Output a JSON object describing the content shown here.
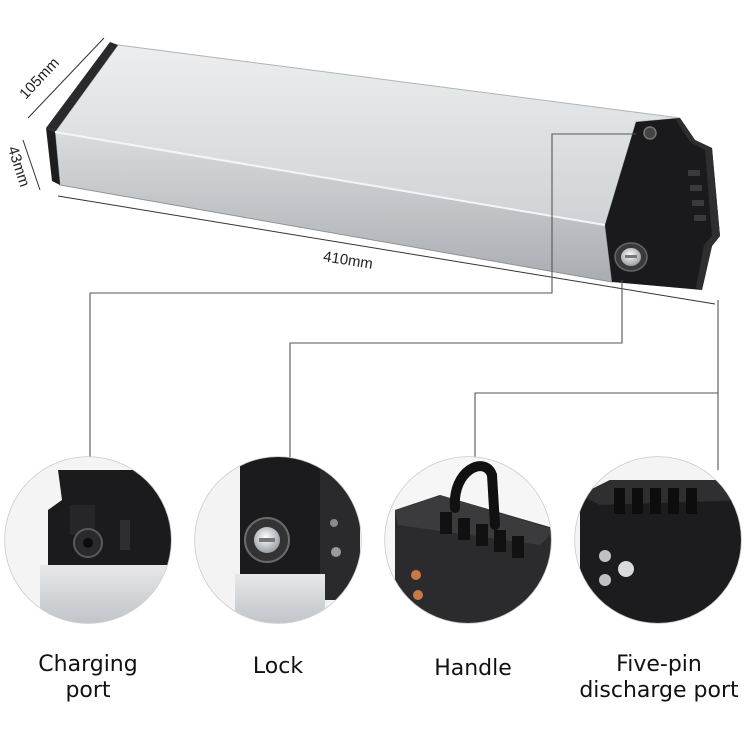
{
  "dimensions": {
    "width": "105mm",
    "height": "43mm",
    "length": "410mm"
  },
  "callouts": [
    {
      "label_line1": "Charging",
      "label_line2": "port"
    },
    {
      "label_line1": "Lock",
      "label_line2": ""
    },
    {
      "label_line1": "Handle",
      "label_line2": ""
    },
    {
      "label_line1": "Five-pin",
      "label_line2": "discharge port"
    }
  ]
}
